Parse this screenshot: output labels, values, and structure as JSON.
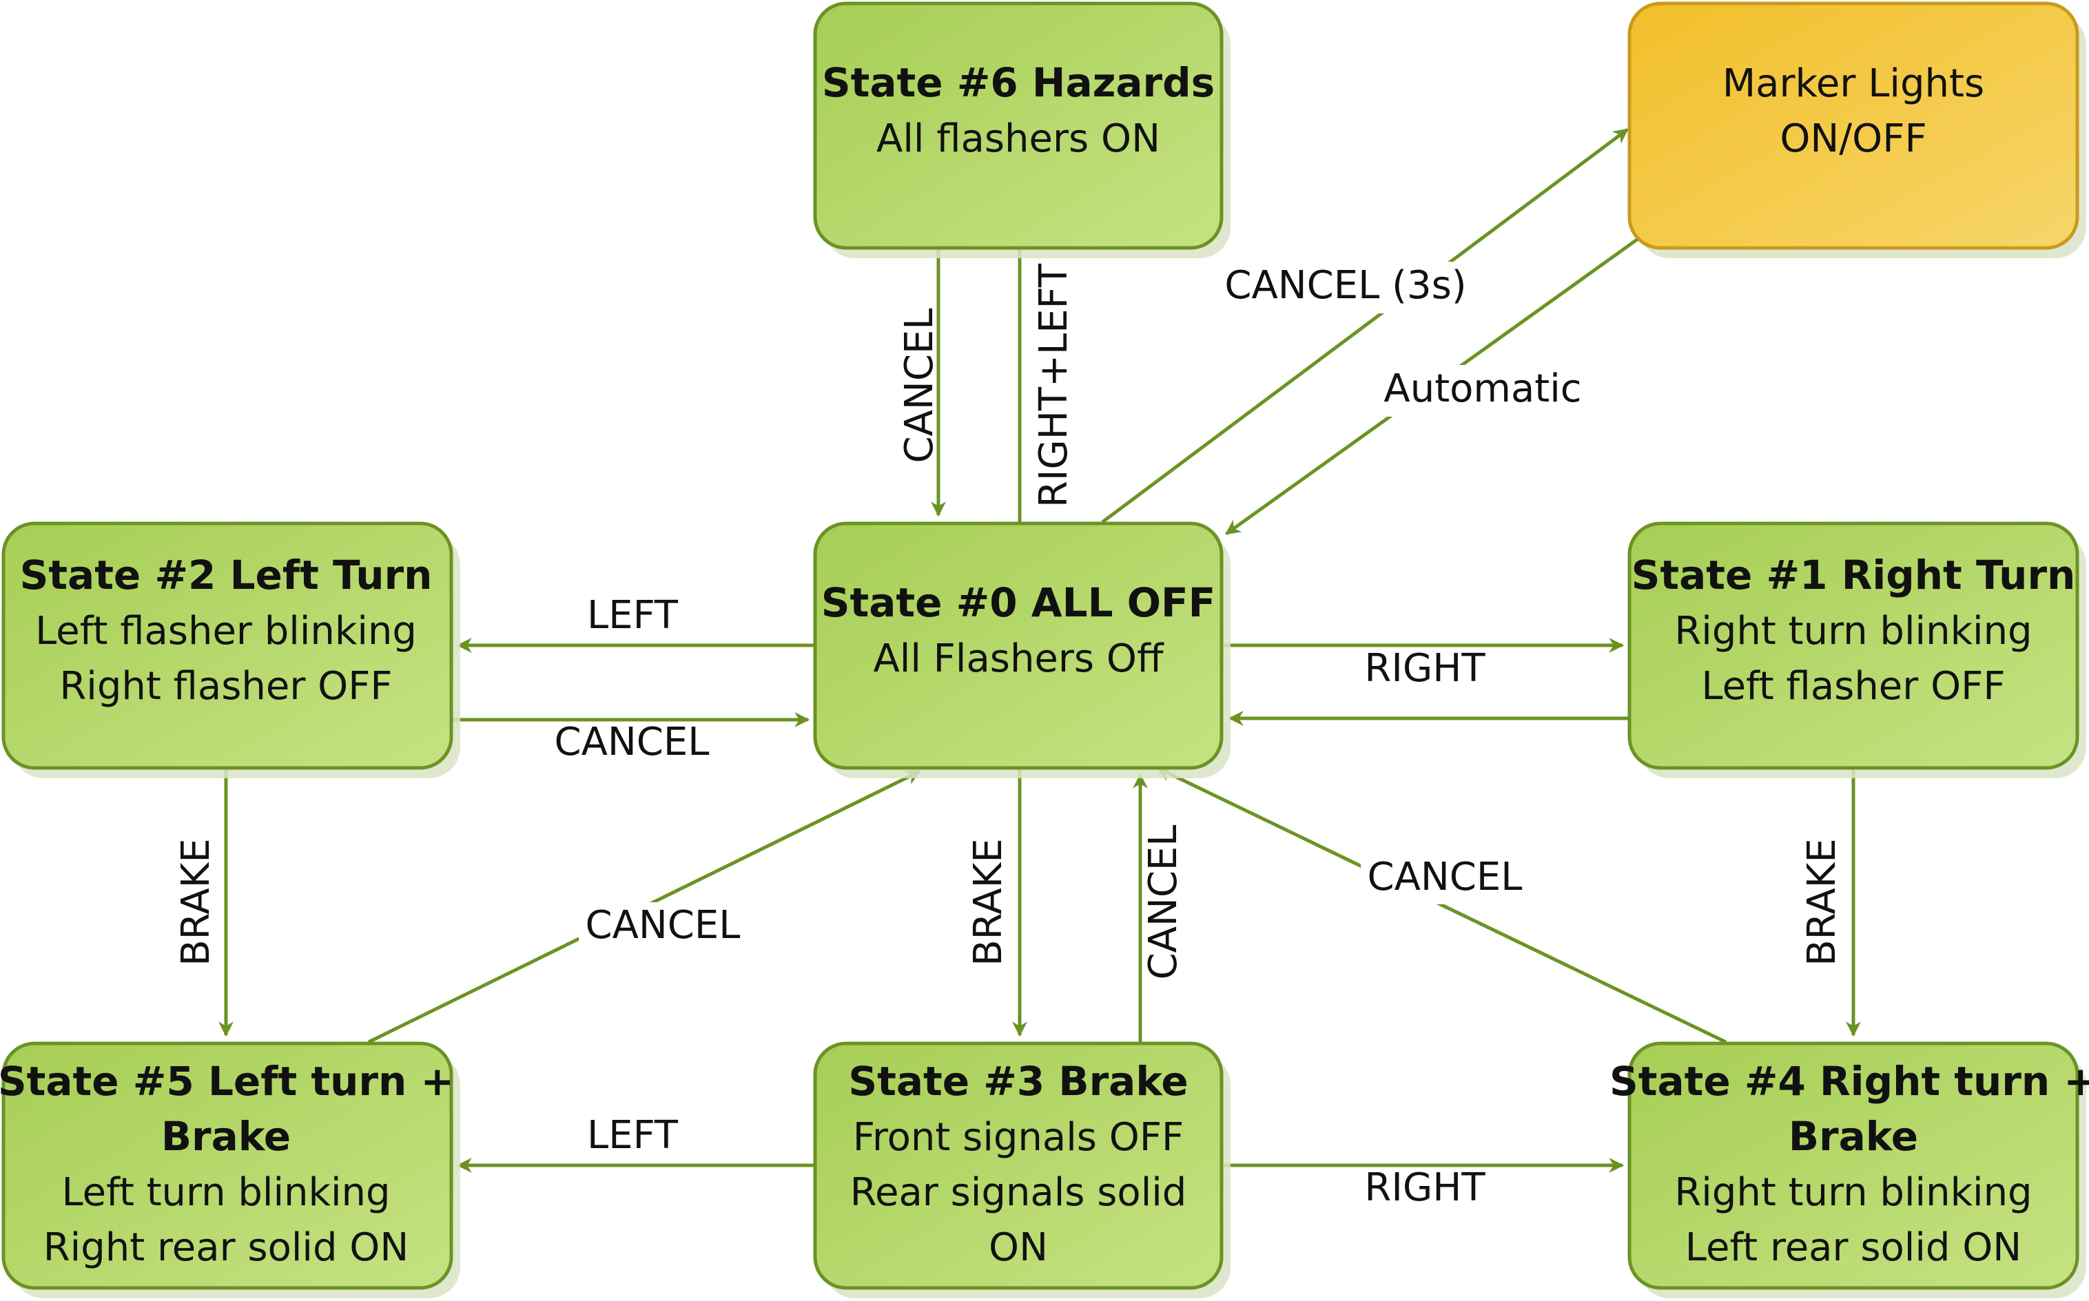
{
  "colors": {
    "node_fill_top": "#a9d05a",
    "node_fill_bottom": "#c4e07c",
    "node_stroke": "#6b9323",
    "marker_fill_top": "#f2c230",
    "marker_fill_bottom": "#f6d262",
    "marker_stroke": "#c99a1b",
    "edge": "#6b9323",
    "text": "#111111"
  },
  "nodes": {
    "s6": {
      "lines": [
        "State #6 Hazards",
        "All flashers ON"
      ]
    },
    "marker": {
      "lines": [
        "Marker Lights",
        "ON/OFF"
      ]
    },
    "s2": {
      "lines": [
        "State #2 Left Turn",
        "Left flasher blinking",
        "Right flasher OFF"
      ]
    },
    "s0": {
      "lines": [
        "State #0 ALL OFF",
        "All Flashers Off"
      ]
    },
    "s1": {
      "lines": [
        "State #1 Right Turn",
        "Right turn blinking",
        "Left flasher OFF"
      ]
    },
    "s5": {
      "lines": [
        "State #5 Left turn +",
        "Brake",
        "Left turn blinking",
        "Right rear solid ON"
      ]
    },
    "s3": {
      "lines": [
        "State #3 Brake",
        "Front  signals OFF",
        "Rear signals solid",
        "ON"
      ]
    },
    "s4": {
      "lines": [
        "State #4 Right turn +",
        "Brake",
        "Right  turn blinking",
        "Left rear solid ON"
      ]
    }
  },
  "edges": {
    "s6_s0": "CANCEL",
    "s0_s6": "RIGHT+LEFT",
    "s0_marker": "CANCEL (3s)",
    "marker_s0": "Automatic",
    "s0_s2": "LEFT",
    "s2_s0": "CANCEL",
    "s0_s1": "RIGHT",
    "s2_s5": "BRAKE",
    "s5_s0": "CANCEL",
    "s0_s3": "BRAKE",
    "s3_s0": "CANCEL",
    "s4_s0": "CANCEL",
    "s1_s4": "BRAKE",
    "s3_s5": "LEFT",
    "s3_s4": "RIGHT"
  }
}
